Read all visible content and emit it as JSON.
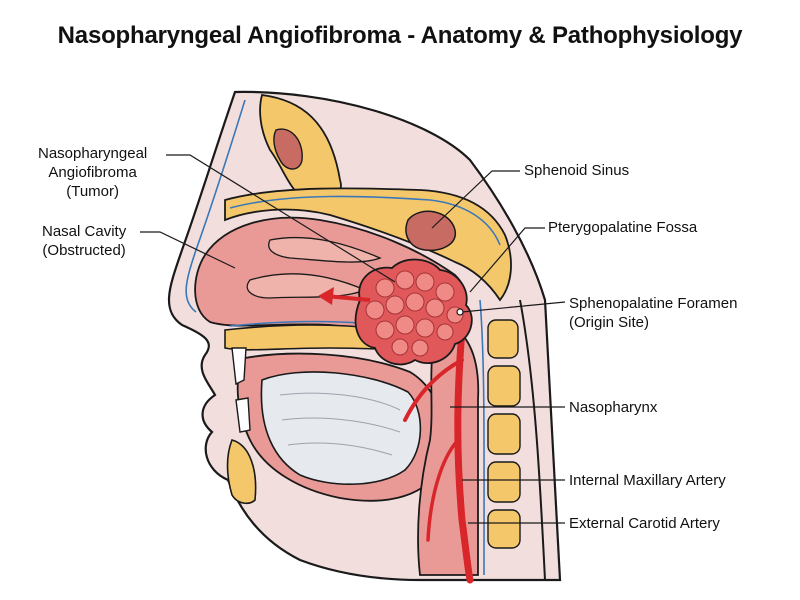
{
  "title": "Nasopharyngeal Angiofibroma - Anatomy & Pathophysiology",
  "labels": {
    "tumor": [
      "Nasopharyngeal",
      "Angiofibroma",
      "(Tumor)"
    ],
    "nasal_cavity": [
      "Nasal Cavity",
      "(Obstructed)"
    ],
    "sphenoid_sinus": "Sphenoid Sinus",
    "pterygopalatine_fossa": "Pterygopalatine Fossa",
    "sphenopalatine_foramen": [
      "Sphenopalatine Foramen",
      "(Origin Site)"
    ],
    "nasopharynx": "Nasopharynx",
    "internal_maxillary_artery": "Internal Maxillary Artery",
    "external_carotid_artery": "External Carotid Artery"
  },
  "colors": {
    "skin": "#f3dede",
    "bone": "#f4c76b",
    "mucosa": "#e99a96",
    "tumor": "#e0585a",
    "artery": "#d9262a",
    "tongue": "#e6e9ee",
    "outline": "#1a1a1a",
    "vein_blue": "#3a78b8"
  }
}
